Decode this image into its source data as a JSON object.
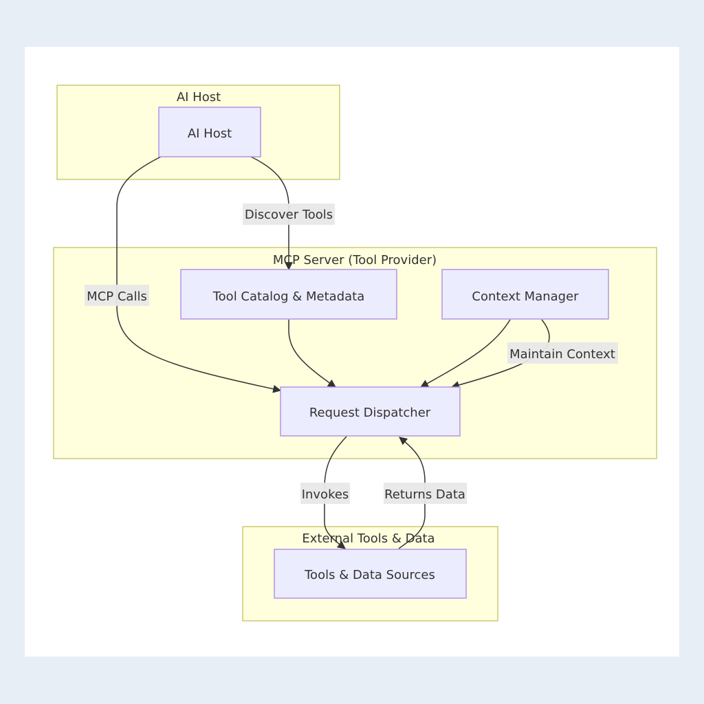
{
  "diagram": {
    "type": "flowchart",
    "colors": {
      "page_background": "#e8eef6",
      "canvas_background": "#ffffff",
      "cluster_fill": "#ffffde",
      "cluster_stroke": "#caca72",
      "node_fill": "#ececff",
      "node_stroke": "#b294e6",
      "edge_stroke": "#333333",
      "edge_label_bg": "#e8e8e8",
      "text": "#333333"
    },
    "clusters": {
      "ai_host": {
        "title": "AI Host"
      },
      "mcp_server": {
        "title": "MCP Server (Tool Provider)"
      },
      "external": {
        "title": "External Tools & Data"
      }
    },
    "nodes": {
      "ai_host": {
        "label": "AI Host"
      },
      "tool_catalog": {
        "label": "Tool Catalog & Metadata"
      },
      "context_manager": {
        "label": "Context Manager"
      },
      "request_dispatcher": {
        "label": "Request Dispatcher"
      },
      "tools_data_sources": {
        "label": "Tools & Data Sources"
      }
    },
    "edges": [
      {
        "from": "AI Host",
        "to": "Request Dispatcher",
        "label": "MCP Calls"
      },
      {
        "from": "AI Host",
        "to": "Tool Catalog & Metadata",
        "label": "Discover Tools"
      },
      {
        "from": "Tool Catalog & Metadata",
        "to": "Request Dispatcher",
        "label": ""
      },
      {
        "from": "Context Manager",
        "to": "Request Dispatcher",
        "label": ""
      },
      {
        "from": "Context Manager",
        "to": "Request Dispatcher",
        "label": "Maintain Context"
      },
      {
        "from": "Request Dispatcher",
        "to": "Tools & Data Sources",
        "label": "Invokes"
      },
      {
        "from": "Tools & Data Sources",
        "to": "Request Dispatcher",
        "label": "Returns Data"
      }
    ]
  }
}
